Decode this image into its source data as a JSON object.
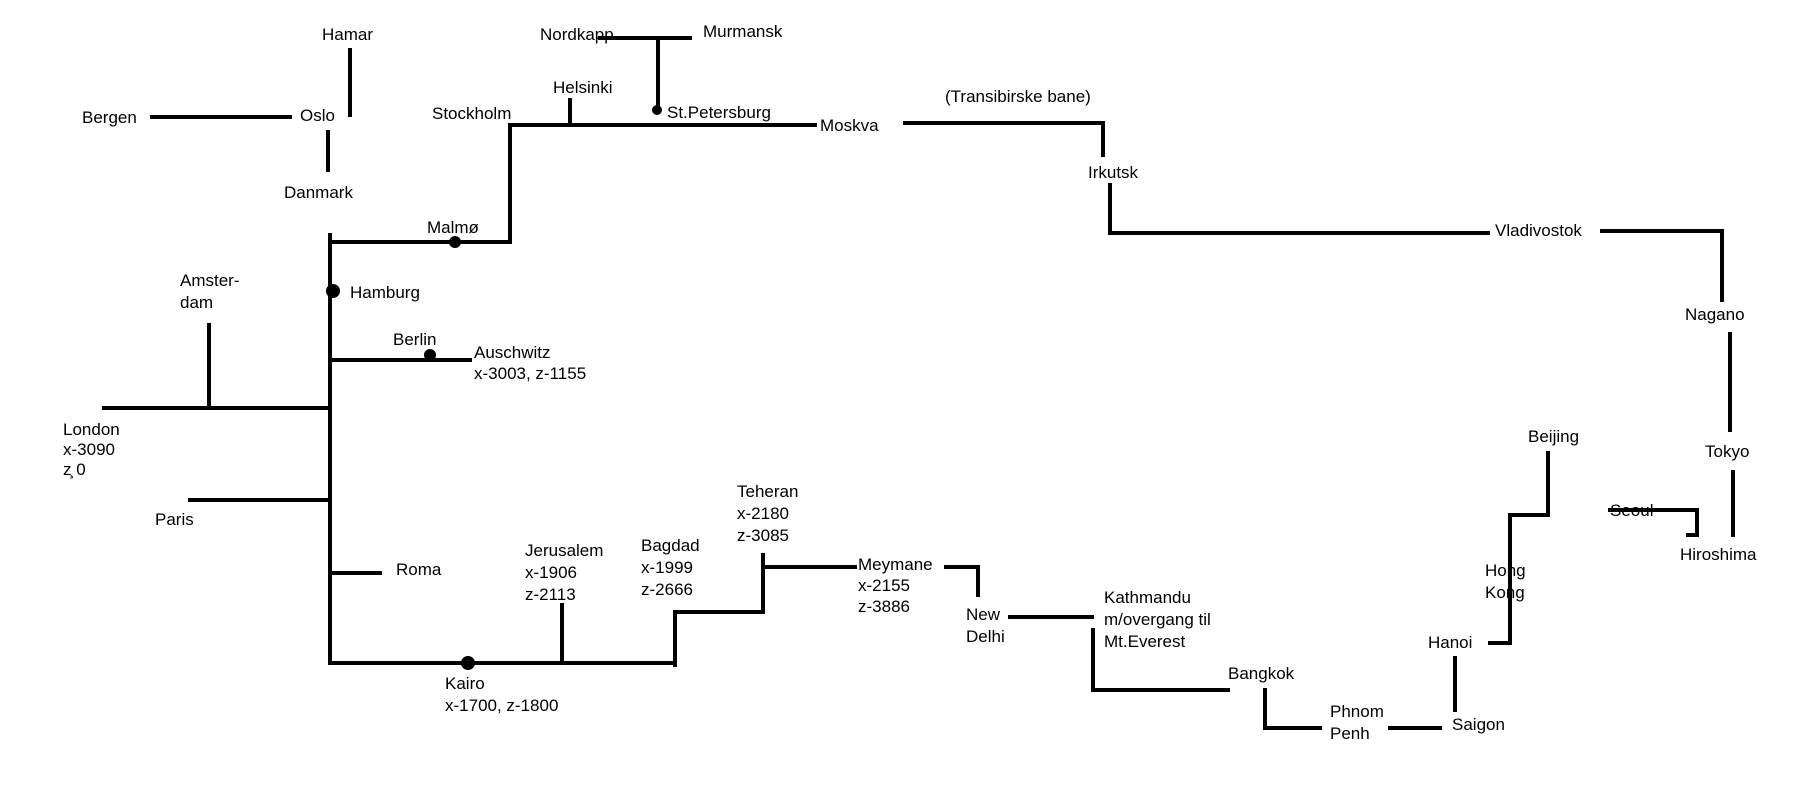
{
  "diagram": {
    "colors": {
      "line": "#000000",
      "text": "#000000",
      "background": "#ffffff"
    },
    "annotation": "(Transibirske bane)",
    "stations": {
      "hamar": [
        "Hamar"
      ],
      "bergen": [
        "Bergen"
      ],
      "oslo": [
        "Oslo"
      ],
      "danmark": [
        "Danmark"
      ],
      "nordkapp": [
        "Nordkapp"
      ],
      "murmansk": [
        "Murmansk"
      ],
      "helsinki": [
        "Helsinki"
      ],
      "stockholm": [
        "Stockholm"
      ],
      "st_petersburg": [
        "St.Petersburg"
      ],
      "moskva": [
        "Moskva"
      ],
      "irkutsk": [
        "Irkutsk"
      ],
      "vladivostok": [
        "Vladivostok"
      ],
      "nagano": [
        "Nagano"
      ],
      "tokyo": [
        "Tokyo"
      ],
      "hiroshima": [
        "Hiroshima"
      ],
      "seoul": [
        "Seoul"
      ],
      "beijing": [
        "Beijing"
      ],
      "hong_kong": [
        "Hong",
        "Kong"
      ],
      "hanoi": [
        "Hanoi"
      ],
      "saigon": [
        "Saigon"
      ],
      "phnom_penh": [
        "Phnom",
        "Penh"
      ],
      "bangkok": [
        "Bangkok"
      ],
      "kathmandu": [
        "Kathmandu",
        "m/overgang til",
        "Mt.Everest"
      ],
      "new_delhi": [
        "New",
        "Delhi"
      ],
      "meymane": [
        "Meymane",
        "x-2155",
        "z-3886"
      ],
      "teheran": [
        "Teheran",
        "x-2180",
        "z-3085"
      ],
      "bagdad": [
        "Bagdad",
        "x-1999",
        "z-2666"
      ],
      "jerusalem": [
        "Jerusalem",
        "x-1906",
        "z-2113"
      ],
      "kairo": [
        "Kairo",
        "x-1700, z-1800"
      ],
      "malmo": [
        "Malmø"
      ],
      "hamburg": [
        "Hamburg"
      ],
      "amsterdam": [
        "Amster-",
        "dam"
      ],
      "berlin": [
        "Berlin"
      ],
      "auschwitz": [
        "Auschwitz",
        "x-3003, z-1155"
      ],
      "london": [
        "London",
        "x-3090",
        "z̧ 0"
      ],
      "paris": [
        "Paris"
      ],
      "roma": [
        "Roma"
      ]
    }
  }
}
